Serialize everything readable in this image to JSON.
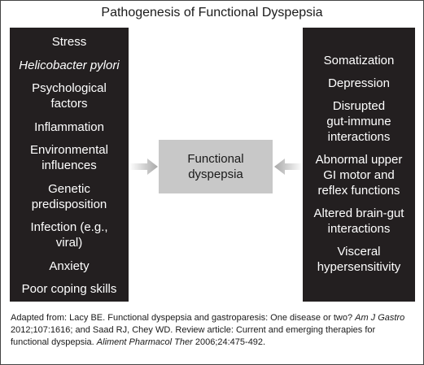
{
  "title": "Pathogenesis of Functional Dyspepsia",
  "left_factors": [
    {
      "text": "Stress",
      "italic": false
    },
    {
      "text": "Helicobacter pylori",
      "italic": true
    },
    {
      "text": "Psychological\nfactors",
      "italic": false
    },
    {
      "text": "Inflammation",
      "italic": false
    },
    {
      "text": "Environmental\ninfluences",
      "italic": false
    },
    {
      "text": "Genetic\npredisposition",
      "italic": false
    },
    {
      "text": "Infection (e.g.,\nviral)",
      "italic": false
    },
    {
      "text": "Anxiety",
      "italic": false
    },
    {
      "text": "Poor coping skills",
      "italic": false
    }
  ],
  "center": {
    "line1": "Functional",
    "line2": "dyspepsia"
  },
  "right_factors": [
    {
      "text": "Somatization"
    },
    {
      "text": "Depression"
    },
    {
      "text": "Disrupted\ngut-immune\ninteractions"
    },
    {
      "text": "Abnormal upper\nGI motor and\nreflex functions"
    },
    {
      "text": "Altered brain-gut\ninteractions"
    },
    {
      "text": "Visceral\nhypersensitivity"
    }
  ],
  "footnote": {
    "part1": "Adapted from: Lacy BE. Functional dyspepsia and gastroparesis: One disease or two? ",
    "journal1": "Am J Gastro",
    "part2": " 2012;107:1616; and Saad RJ, Chey WD. Review article: Current and emerging therapies for functional dyspepsia. ",
    "journal2": "Aliment Pharmacol Ther",
    "part3": " 2006;24:475-492."
  },
  "colors": {
    "panel_bg": "#231f20",
    "center_bg": "#c8c8c8",
    "arrow": "#bdbdbd"
  }
}
